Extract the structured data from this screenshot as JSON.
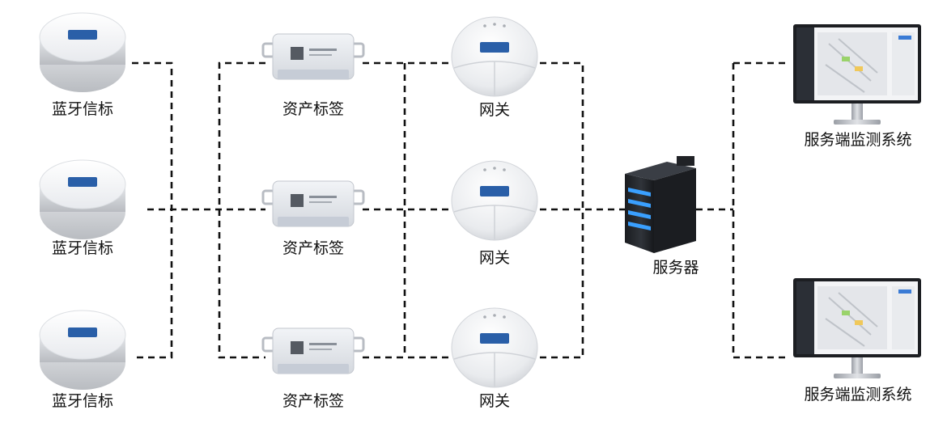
{
  "diagram": {
    "beacons": [
      {
        "label": "蓝牙信标"
      },
      {
        "label": "蓝牙信标"
      },
      {
        "label": "蓝牙信标"
      }
    ],
    "asset_tags": [
      {
        "label": "资产标签"
      },
      {
        "label": "资产标签"
      },
      {
        "label": "资产标签"
      }
    ],
    "gateways": [
      {
        "label": "网关"
      },
      {
        "label": "网关"
      },
      {
        "label": "网关"
      }
    ],
    "server": {
      "label": "服务器"
    },
    "monitors": [
      {
        "label": "服务端监测系统"
      },
      {
        "label": "服务端监测系统"
      }
    ]
  },
  "colors": {
    "line": "#111111",
    "brand_blue": "#2a5fa8",
    "server_led": "#3aa0ff"
  }
}
